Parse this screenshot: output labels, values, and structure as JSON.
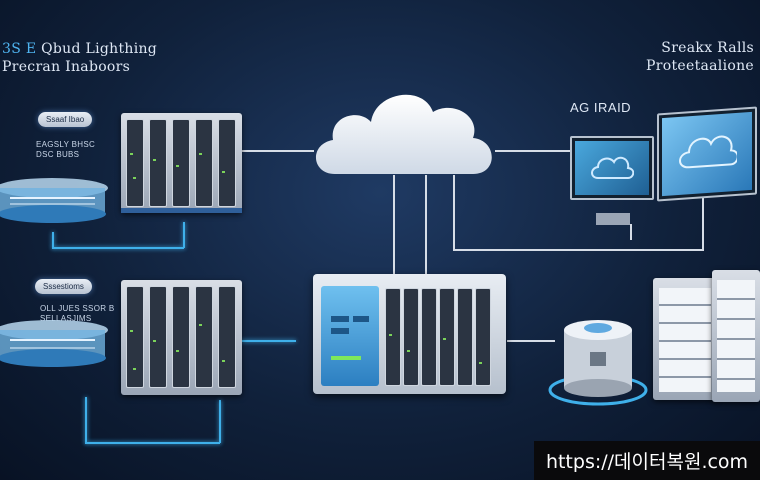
{
  "header_left": {
    "line1_accent": "3S E",
    "line1_rest": " Qbud Lighthing",
    "line2": "Precran Inaboors"
  },
  "header_right": {
    "line1": "Sreakx Ralls",
    "line2": "Proteetaalione"
  },
  "raid_label": "AG IRAID",
  "pills": {
    "top": "Ssaaf Ibao",
    "bottom": "Sssestioms"
  },
  "labels": {
    "top_caption": "EAGSLY BHSC\nDSC BUBS",
    "bottom_caption": "OLL JUES SSOR B\nSELLASJIMS"
  },
  "footer_url": "https://데이터복원.com",
  "colors": {
    "accent": "#3fb0ea",
    "background": "#10213b"
  }
}
